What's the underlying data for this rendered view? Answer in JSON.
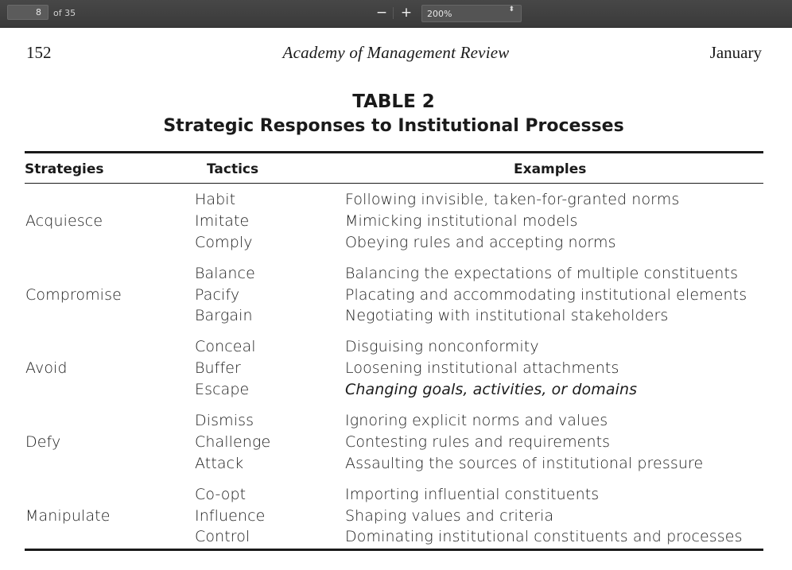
{
  "viewer": {
    "current_page": "8",
    "page_count": "of 35",
    "zoom_out_label": "−",
    "zoom_in_label": "+",
    "zoom_value": "200%",
    "zoom_arrows": "⬍"
  },
  "header": {
    "page_number": "152",
    "journal": "Academy of Management Review",
    "month": "January"
  },
  "table": {
    "label": "TABLE 2",
    "title": "Strategic Responses to Institutional Processes",
    "columns": [
      "Strategies",
      "Tactics",
      "Examples"
    ],
    "groups": [
      {
        "strategy": "Acquiesce",
        "rows": [
          {
            "tactic": "Habit",
            "example": "Following invisible, taken-for-granted norms"
          },
          {
            "tactic": "Imitate",
            "example": "Mimicking institutional models"
          },
          {
            "tactic": "Comply",
            "example": "Obeying rules and accepting norms"
          }
        ]
      },
      {
        "strategy": "Compromise",
        "rows": [
          {
            "tactic": "Balance",
            "example": "Balancing the expectations of multiple constituents"
          },
          {
            "tactic": "Pacify",
            "example": "Placating and accommodating institutional elements"
          },
          {
            "tactic": "Bargain",
            "example": "Negotiating with institutional stakeholders"
          }
        ]
      },
      {
        "strategy": "Avoid",
        "rows": [
          {
            "tactic": "Conceal",
            "example": "Disguising nonconformity"
          },
          {
            "tactic": "Buffer",
            "example": "Loosening institutional attachments"
          },
          {
            "tactic": "Escape",
            "example": "Changing goals, activities, or domains"
          }
        ]
      },
      {
        "strategy": "Defy",
        "rows": [
          {
            "tactic": "Dismiss",
            "example": "Ignoring explicit norms and values"
          },
          {
            "tactic": "Challenge",
            "example": "Contesting rules and requirements"
          },
          {
            "tactic": "Attack",
            "example": "Assaulting the sources of institutional pressure"
          }
        ]
      },
      {
        "strategy": "Manipulate",
        "rows": [
          {
            "tactic": "Co-opt",
            "example": "Importing influential constituents"
          },
          {
            "tactic": "Influence",
            "example": "Shaping values and criteria"
          },
          {
            "tactic": "Control",
            "example": "Dominating institutional constituents and processes"
          }
        ]
      }
    ]
  }
}
